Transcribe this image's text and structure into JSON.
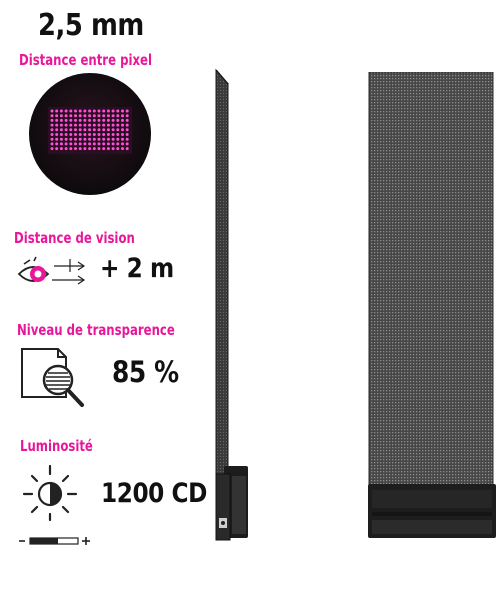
{
  "specs": {
    "pitch": {
      "value": "2,5 mm",
      "label": "Distance entre pixel"
    },
    "vision": {
      "value": "+ 2 m",
      "label": "Distance de vision"
    },
    "transparency": {
      "value": "85 %",
      "label": "Niveau de transparence"
    },
    "luminosity": {
      "value": "1200 CD",
      "label": "Luminosité"
    }
  },
  "icons": {
    "pixel": "led-pixel-grid-icon",
    "vision": "eye-distance-icon",
    "transparency": "transparency-magnifier-icon",
    "luminosity": "brightness-icon",
    "brightness_scale": "brightness-slider-icon"
  },
  "colors": {
    "accent": "#e8179a",
    "text": "#111111",
    "panel": "#3a3a3a"
  }
}
